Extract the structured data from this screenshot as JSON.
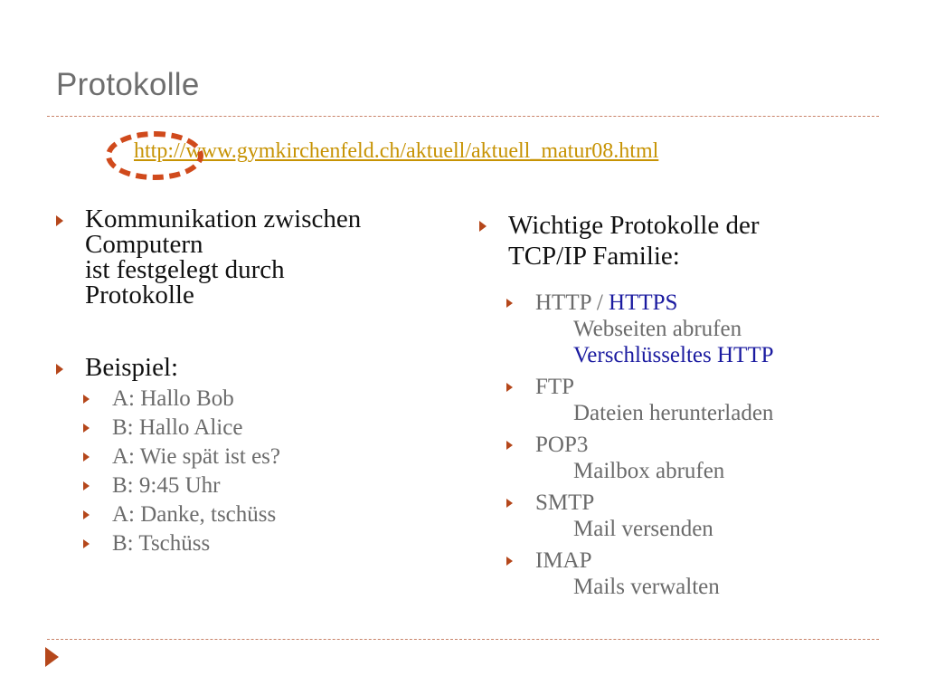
{
  "slide": {
    "title": "Protokolle",
    "link": "http://www.gymkirchenfeld.ch/aktuell/aktuell_matur08.html"
  },
  "left": {
    "point1": {
      "line1": "Kommunikation zwischen",
      "line2": "Computern",
      "line3": "ist festgelegt durch",
      "line4": "Protokolle"
    },
    "point2": {
      "label": "Beispiel:",
      "items": [
        "A: Hallo Bob",
        "B: Hallo Alice",
        "A: Wie spät ist es?",
        "B: 9:45 Uhr",
        "A: Danke, tschüss",
        "B: Tschüss"
      ]
    }
  },
  "right": {
    "heading": {
      "line1": "Wichtige Protokolle der",
      "line2": "TCP/IP Familie:"
    },
    "protocols": [
      {
        "name": "HTTP / ",
        "name_highlight": "HTTPS",
        "desc": "Webseiten abrufen",
        "desc2": "Verschlüsseltes HTTP"
      },
      {
        "name": "FTP",
        "desc": "Dateien herunterladen"
      },
      {
        "name": "POP3",
        "desc": "Mailbox abrufen"
      },
      {
        "name": "SMTP",
        "desc": "Mail versenden"
      },
      {
        "name": "IMAP",
        "desc": "Mails verwalten"
      }
    ]
  },
  "colors": {
    "accent": "#b5471b",
    "link": "#c79304",
    "highlight": "#1b1ba0",
    "annotation": "#d04a1c"
  }
}
